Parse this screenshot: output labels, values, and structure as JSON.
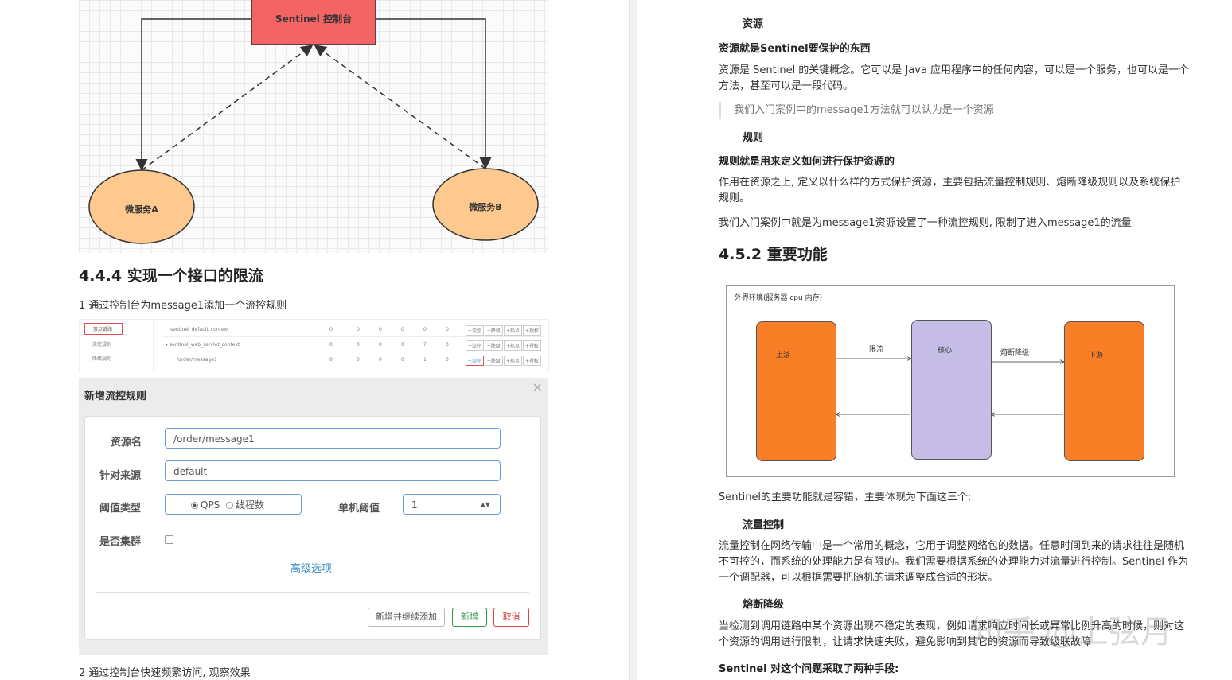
{
  "diagram": {
    "console_label": "Sentinel 控制台",
    "service_a": "微服务A",
    "service_b": "微服务B"
  },
  "left": {
    "heading": "4.4.4 实现一个接口的限流",
    "step1": "1 通过控制台为message1添加一个流控规则",
    "step2": "2 通过控制台快速频繁访问, 观察效果",
    "mini_table": {
      "sidebar": [
        "簇点链路",
        "流控规则",
        "降级规则"
      ],
      "rows": [
        {
          "name": "sentinel_default_context",
          "nums": [
            "0",
            "0",
            "0",
            "0",
            "0",
            "0"
          ]
        },
        {
          "name": "▾ sentinel_web_servlet_context",
          "nums": [
            "0",
            "0",
            "0",
            "0",
            "7",
            "0"
          ]
        },
        {
          "name": "/order/message1",
          "nums": [
            "0",
            "0",
            "0",
            "0",
            "1",
            "0"
          ]
        }
      ],
      "buttons": [
        "+流控",
        "+降级",
        "+热点",
        "+授权"
      ]
    },
    "dialog": {
      "title": "新增流控规则",
      "close": "×",
      "resource_label": "资源名",
      "resource_value": "/order/message1",
      "source_label": "针对来源",
      "source_value": "default",
      "threshold_type_label": "阈值类型",
      "qps_label": "QPS",
      "threads_label": "线程数",
      "single_threshold_label": "单机阈值",
      "single_threshold_value": "1",
      "cluster_label": "是否集群",
      "advanced_link": "高级选项",
      "btn_add_continue": "新增并继续添加",
      "btn_add": "新增",
      "btn_cancel": "取消"
    }
  },
  "right": {
    "resource_title": "资源",
    "resource_bold": "资源就是Sentinel要保护的东西",
    "resource_desc_1": "资源是 Sentinel 的关键概念。它可以是 Java 应用程序中的任何内容，可以是一个服务，也可以是一个",
    "resource_desc_2": "方法，甚至可以是一段代码。",
    "quote": "我们入门案例中的message1方法就可以认为是一个资源",
    "rule_title": "规则",
    "rule_bold": "规则就是用来定义如何进行保护资源的",
    "rule_desc_1": "作用在资源之上, 定义以什么样的方式保护资源，主要包括流量控制规则、熔断降级规则以及系统保护",
    "rule_desc_2": "规则。",
    "rule_example": "我们入门案例中就是为message1资源设置了一种流控规则, 限制了进入message1的流量",
    "heading": "4.5.2 重要功能",
    "flow": {
      "caption": "外界环境(服务器 cpu 内存)",
      "upstream": "上游",
      "core": "核心",
      "downstream": "下游",
      "limit": "限流",
      "degrade": "熔断降级"
    },
    "intro": "Sentinel的主要功能就是容错，主要体现为下面这三个:",
    "flow_control_title": "流量控制",
    "flow_control_1": "流量控制在网络传输中是一个常用的概念，它用于调整网络包的数据。任意时间到来的请求往往是随机",
    "flow_control_2": "不可控的，而系统的处理能力是有限的。我们需要根据系统的处理能力对流量进行控制。Sentinel 作为",
    "flow_control_3": "一个调配器，可以根据需要把随机的请求调整成合适的形状。",
    "circuit_title": "熔断降级",
    "circuit_1": "当检测到调用链路中某个资源出现不稳定的表现，例如请求响应时间长或异常比例升高的时候，则对这",
    "circuit_2": "个资源的调用进行限制，让请求快速失败，避免影响到其它的资源而导致级联故障",
    "two_means": "Sentinel 对这个问题采取了两种手段:",
    "watermark": "知乎 @上弦月"
  }
}
